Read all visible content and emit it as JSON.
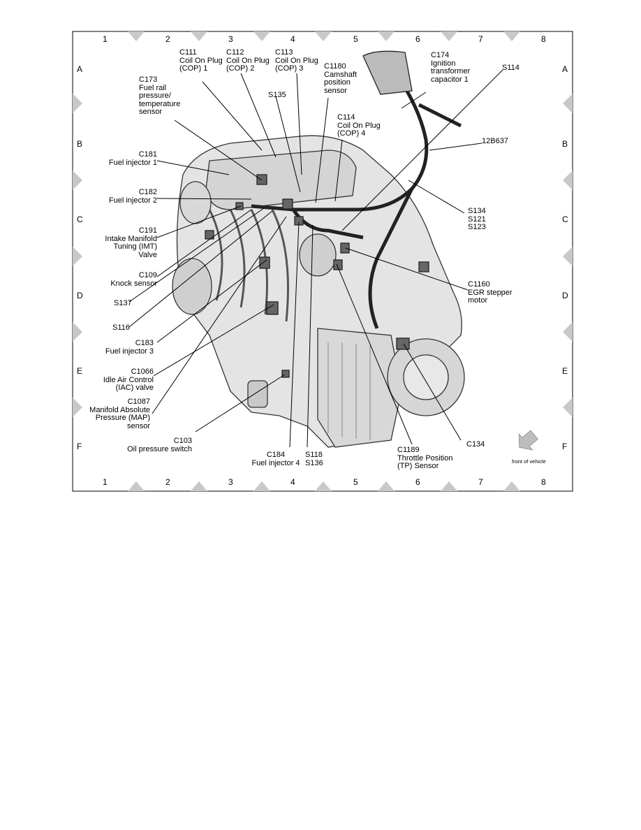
{
  "grid": {
    "columns": [
      "1",
      "2",
      "3",
      "4",
      "5",
      "6",
      "7",
      "8"
    ],
    "rows": [
      "A",
      "B",
      "C",
      "D",
      "E",
      "F"
    ]
  },
  "callouts": {
    "c111": "C111\nCoil On Plug\n(COP) 1",
    "c112": "C112\nCoil On Plug\n(COP) 2",
    "c113": "C113\nCoil On Plug\n(COP) 3",
    "c1180": "C1180\nCamshaft\nposition\nsensor",
    "c174": "C174\nIgnition\ntransformer\ncapacitor 1",
    "s114": "S114",
    "c173": "C173\nFuel rail\npressure/\ntemperature\nsensor",
    "s135": "S135",
    "c114": "C114\nCoil On Plug\n(COP) 4",
    "12b637": "12B637",
    "c181": "C181\nFuel injector 1",
    "c182": "C182\nFuel injector 2",
    "s134": "S134\nS121\nS123",
    "c191": "C191\nIntake Manifold\nTuning (IMT)\nValve",
    "c109": "C109\nKnock sensor",
    "s137": "S137",
    "c1160": "C1160\nEGR stepper\nmotor",
    "s116": "S116",
    "c183": "C183\nFuel injector 3",
    "c1066": "C1066\nIdle Air Control\n(IAC) valve",
    "c1087": "C1087\nManifold Absolute\nPressure (MAP)\nsensor",
    "c103": "C103\nOil pressure switch",
    "c184": "C184\nFuel injector 4",
    "s118": "S118\nS136",
    "c1189": "C1189\nThrottle Position\n(TP) Sensor",
    "c134": "C134"
  },
  "front_of_vehicle": "front of vehicle",
  "colors": {
    "frame": "#000000",
    "marker": "#c8c8c8",
    "engine_fill": "#dcdcdc",
    "engine_line": "#333333",
    "arrow": "#bdbdbd"
  }
}
